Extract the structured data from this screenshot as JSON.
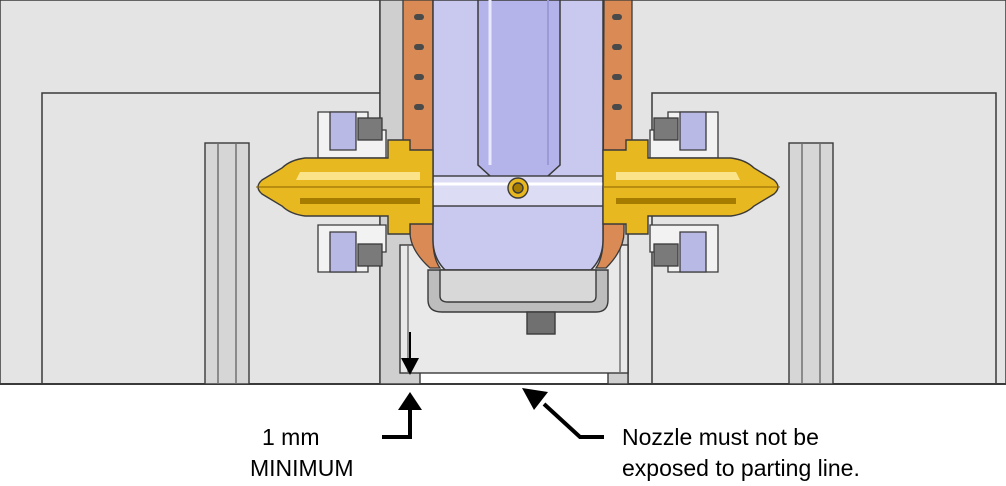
{
  "annotations": {
    "min_distance_value": "1 mm",
    "min_distance_qualifier": "MINIMUM",
    "nozzle_note_line1": "Nozzle must not be",
    "nozzle_note_line2": "exposed to parting line."
  },
  "colors": {
    "mold_plate": "#e4e4e4",
    "outline": "#3a3a3a",
    "manifold_body": "#c9c9f0",
    "heater_band": "#d98a55",
    "nozzle_tip": "#e8b820",
    "retainer": "#b9b9e6",
    "bushing": "#cfcfcf"
  }
}
